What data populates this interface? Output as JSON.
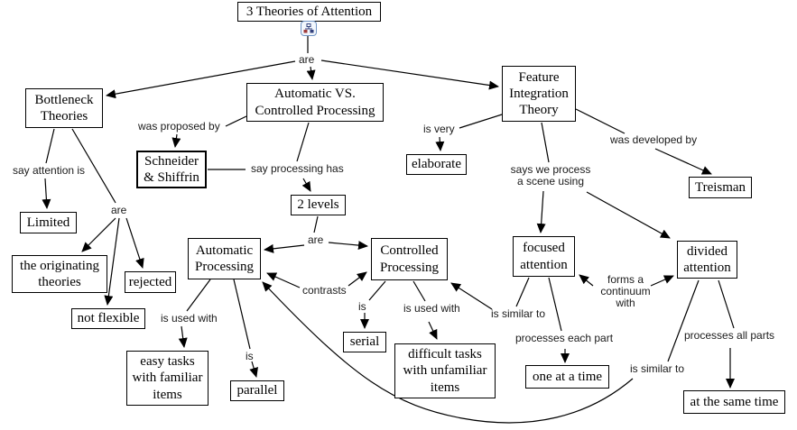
{
  "concepts": {
    "title": {
      "text": "3 Theories of Attention"
    },
    "bottleneck": {
      "text": "Bottleneck\nTheories"
    },
    "auto_vs_controlled": {
      "text": "Automatic VS.\nControlled Processing"
    },
    "feature_integration": {
      "text": "Feature\nIntegration\nTheory"
    },
    "schneider": {
      "text": "Schneider\n& Shiffrin"
    },
    "elaborate": {
      "text": "elaborate"
    },
    "treisman": {
      "text": "Treisman"
    },
    "limited": {
      "text": "Limited"
    },
    "originating": {
      "text": "the originating\ntheories"
    },
    "rejected": {
      "text": "rejected"
    },
    "not_flexible": {
      "text": "not flexible"
    },
    "two_levels": {
      "text": "2 levels"
    },
    "automatic": {
      "text": "Automatic\nProcessing"
    },
    "controlled": {
      "text": "Controlled\nProcessing"
    },
    "focused": {
      "text": "focused\nattention"
    },
    "divided": {
      "text": "divided\nattention"
    },
    "easy_tasks": {
      "text": "easy tasks\nwith familiar\nitems"
    },
    "parallel": {
      "text": "parallel"
    },
    "serial": {
      "text": "serial"
    },
    "difficult_tasks": {
      "text": "difficult tasks\nwith unfamiliar\nitems"
    },
    "one_at_a_time": {
      "text": "one at a time"
    },
    "at_same_time": {
      "text": "at the same time"
    }
  },
  "links": {
    "are_top": "are",
    "was_proposed_by": "was proposed by",
    "say_attention_is": "say attention is",
    "are_left": "are",
    "say_processing_has": "say processing has",
    "is_very": "is very",
    "was_developed_by": "was developed by",
    "says_we_process": "says we process\na scene using",
    "are_mid": "are",
    "contrasts": "contrasts",
    "is_used_with_left": "is used with",
    "is_left": "is",
    "is_right": "is",
    "is_used_with_right": "is used with",
    "is_similar_to_1": "is similar to",
    "forms_a_continuum": "forms a\ncontinuum\nwith",
    "processes_each_part": "processes each part",
    "is_similar_to_2": "is similar to",
    "processes_all_parts": "processes all parts"
  },
  "icons": {
    "title_resource_icon": "resource-tree-icon"
  },
  "colors": {
    "line": "#000000",
    "box_border": "#000000",
    "icon_border": "#7094c4"
  }
}
